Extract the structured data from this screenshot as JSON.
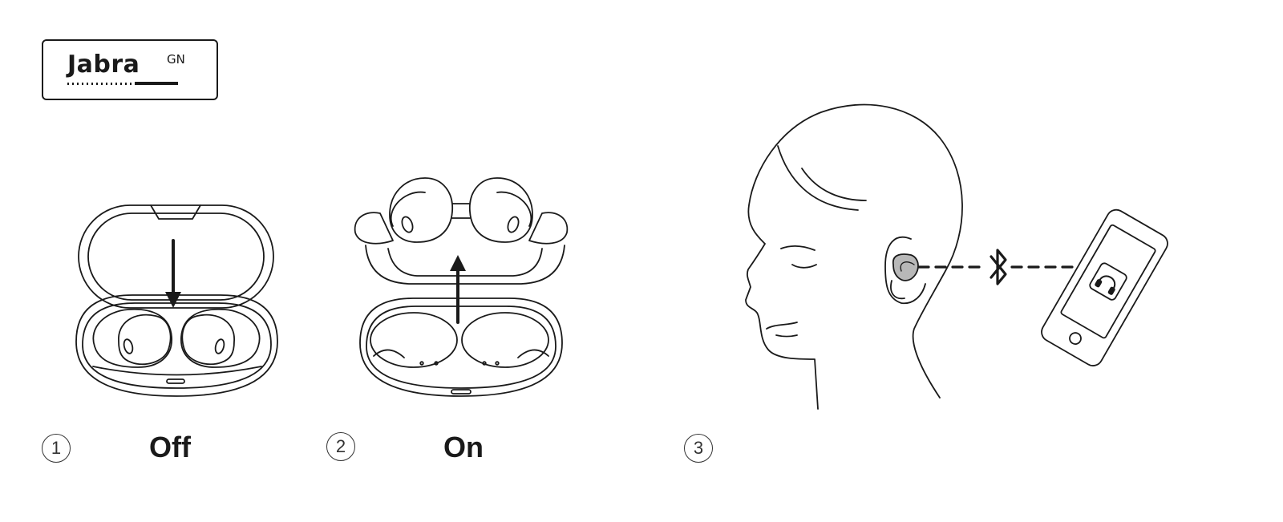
{
  "logo": {
    "brand": "Jabra",
    "suffix": "GN"
  },
  "steps": [
    {
      "number": "1",
      "label": "Off"
    },
    {
      "number": "2",
      "label": "On"
    },
    {
      "number": "3",
      "label": ""
    }
  ],
  "icons": [
    "arrow-down-icon",
    "arrow-up-icon",
    "bluetooth-icon",
    "headphones-icon"
  ]
}
